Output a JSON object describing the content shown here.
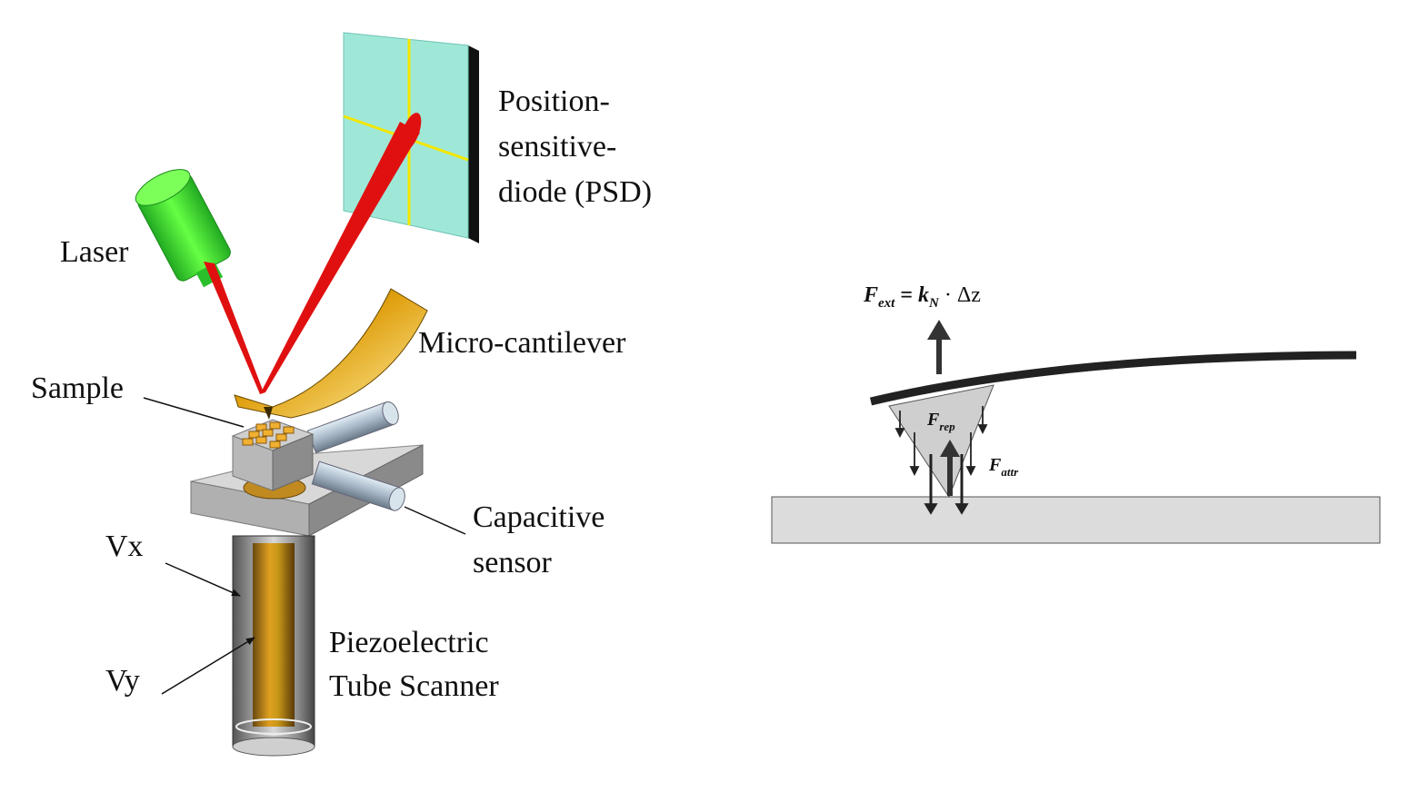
{
  "labels": {
    "psd": [
      "Position-",
      "sensitive-",
      "diode (PSD)"
    ],
    "laser": "Laser",
    "cantilever": "Micro-cantilever",
    "sample": "Sample",
    "capacitive": [
      "Capacitive",
      "sensor"
    ],
    "vx": "Vx",
    "vy": "Vy",
    "piezo": [
      "Piezoelectric",
      "Tube Scanner"
    ]
  },
  "equation": {
    "f": "F",
    "f_sub": "ext",
    "equals": " = ",
    "k": "k",
    "k_sub": "N",
    "dot_dz": " · Δz"
  },
  "forces": {
    "rep": "F",
    "rep_sub": "rep",
    "attr": "F",
    "attr_sub": "attr"
  },
  "colors": {
    "psd_panel": "#9fe8d8",
    "psd_cross": "#f2e600",
    "laser_body": "#33dd33",
    "beam": "#e01010",
    "cantilever": "#e0a010",
    "sample": "#f0b030",
    "stage": "#d4d4d4",
    "rod": "#a8b8c8",
    "substrate": "#dcdcdc",
    "tip": "#cfcfcf",
    "beam_dark": "#222222"
  }
}
